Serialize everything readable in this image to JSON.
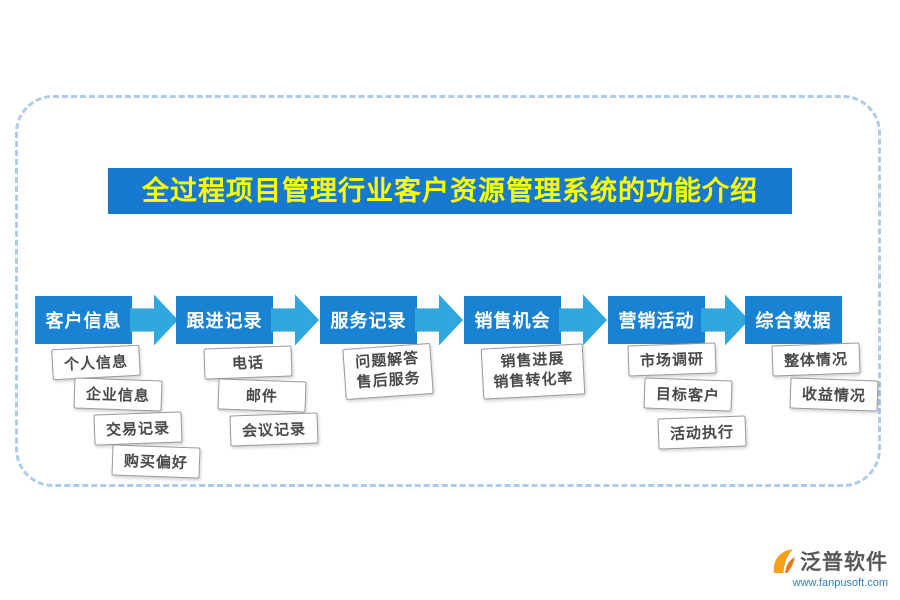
{
  "title": "全过程项目管理行业客户资源管理系统的功能介绍",
  "colors": {
    "banner_blue": "#1779d0",
    "stage_blue": "#1a82d2",
    "arrow_blue": "#2fa8e0",
    "title_text_yellow": "#ffff00",
    "frame_dashed_blue": "#aecbe9"
  },
  "columns": [
    {
      "header": "客户信息",
      "items": [
        {
          "label": "个人信息"
        },
        {
          "label": "企业信息"
        },
        {
          "label": "交易记录"
        },
        {
          "label": "购买偏好"
        }
      ]
    },
    {
      "header": "跟进记录",
      "items": [
        {
          "label": "电话"
        },
        {
          "label": "邮件"
        },
        {
          "label": "会议记录"
        }
      ]
    },
    {
      "header": "服务记录",
      "items": [
        {
          "label": "问题解答\n售后服务"
        }
      ]
    },
    {
      "header": "销售机会",
      "items": [
        {
          "label": "销售进展\n销售转化率"
        }
      ]
    },
    {
      "header": "营销活动",
      "items": [
        {
          "label": "市场调研"
        },
        {
          "label": "目标客户"
        },
        {
          "label": "活动执行"
        }
      ]
    },
    {
      "header": "综合数据",
      "items": [
        {
          "label": "整体情况"
        },
        {
          "label": "收益情况"
        }
      ]
    }
  ],
  "footer": {
    "brand": "泛普软件",
    "url": "www.fanpusoft.com"
  }
}
